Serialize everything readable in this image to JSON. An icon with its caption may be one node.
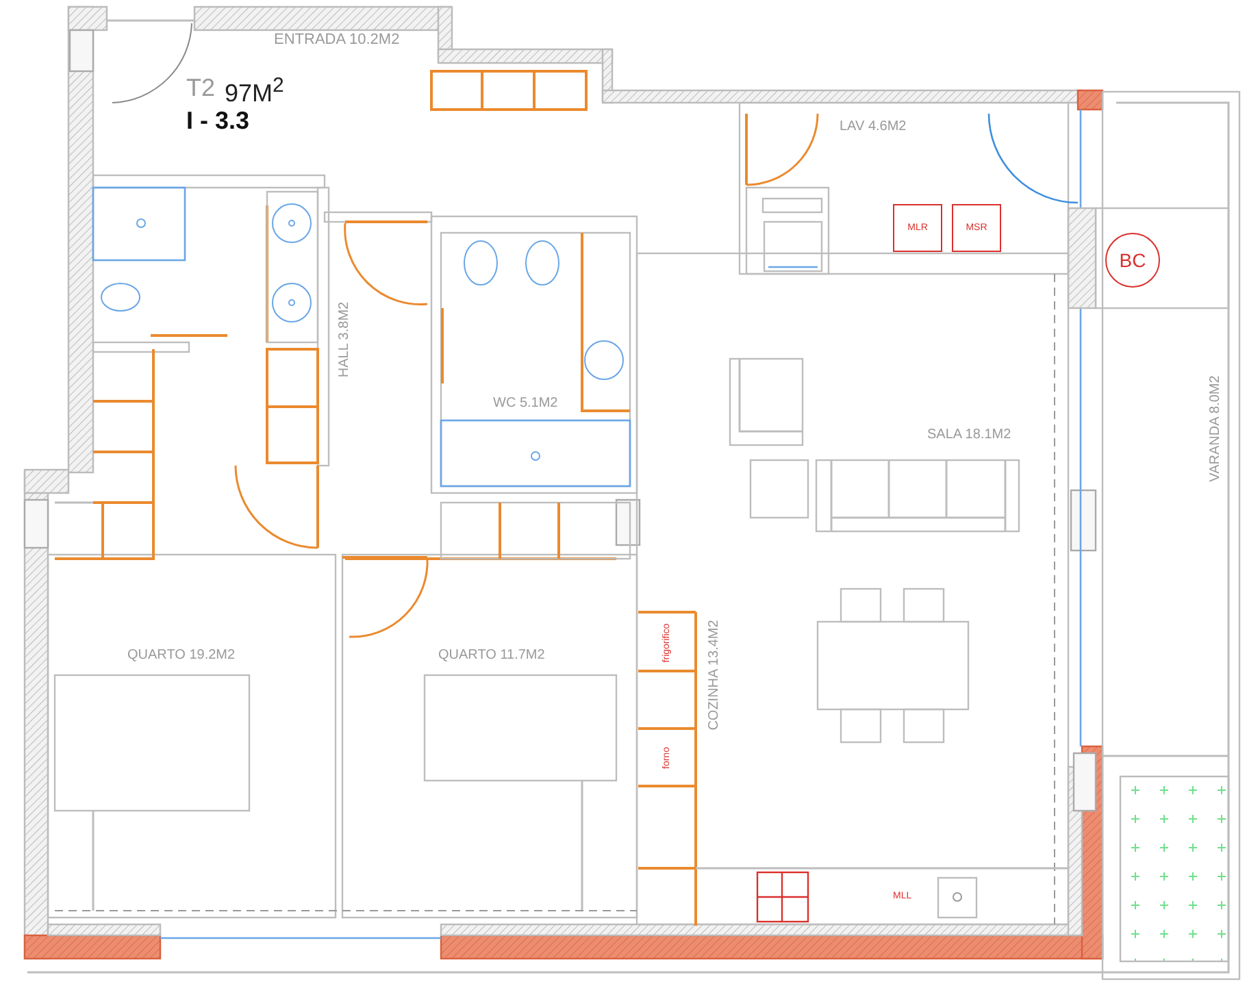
{
  "diagram": {
    "nodes": [
      {
        "text": [
          "MLR"
        ]
      },
      {
        "text": [
          "MSR"
        ]
      },
      {
        "text": [
          "BC"
        ]
      },
      {
        "text": [
          "frigorifico"
        ]
      },
      {
        "text": [
          "forno"
        ]
      }
    ],
    "labels": [
      "ENTRADA 10.2M2",
      "T2",
      "97M$^{2}$",
      "I - 3.3",
      "LAV  4.6M2",
      "HALL 3.8M2",
      "WC  5.1M2",
      "SALA 18.1M2",
      "VARANDA 8.0M2",
      "QUARTO 19.2M2",
      "QUARTO 11.7M2",
      "COZINHA 13.4M2",
      "MLL"
    ]
  }
}
